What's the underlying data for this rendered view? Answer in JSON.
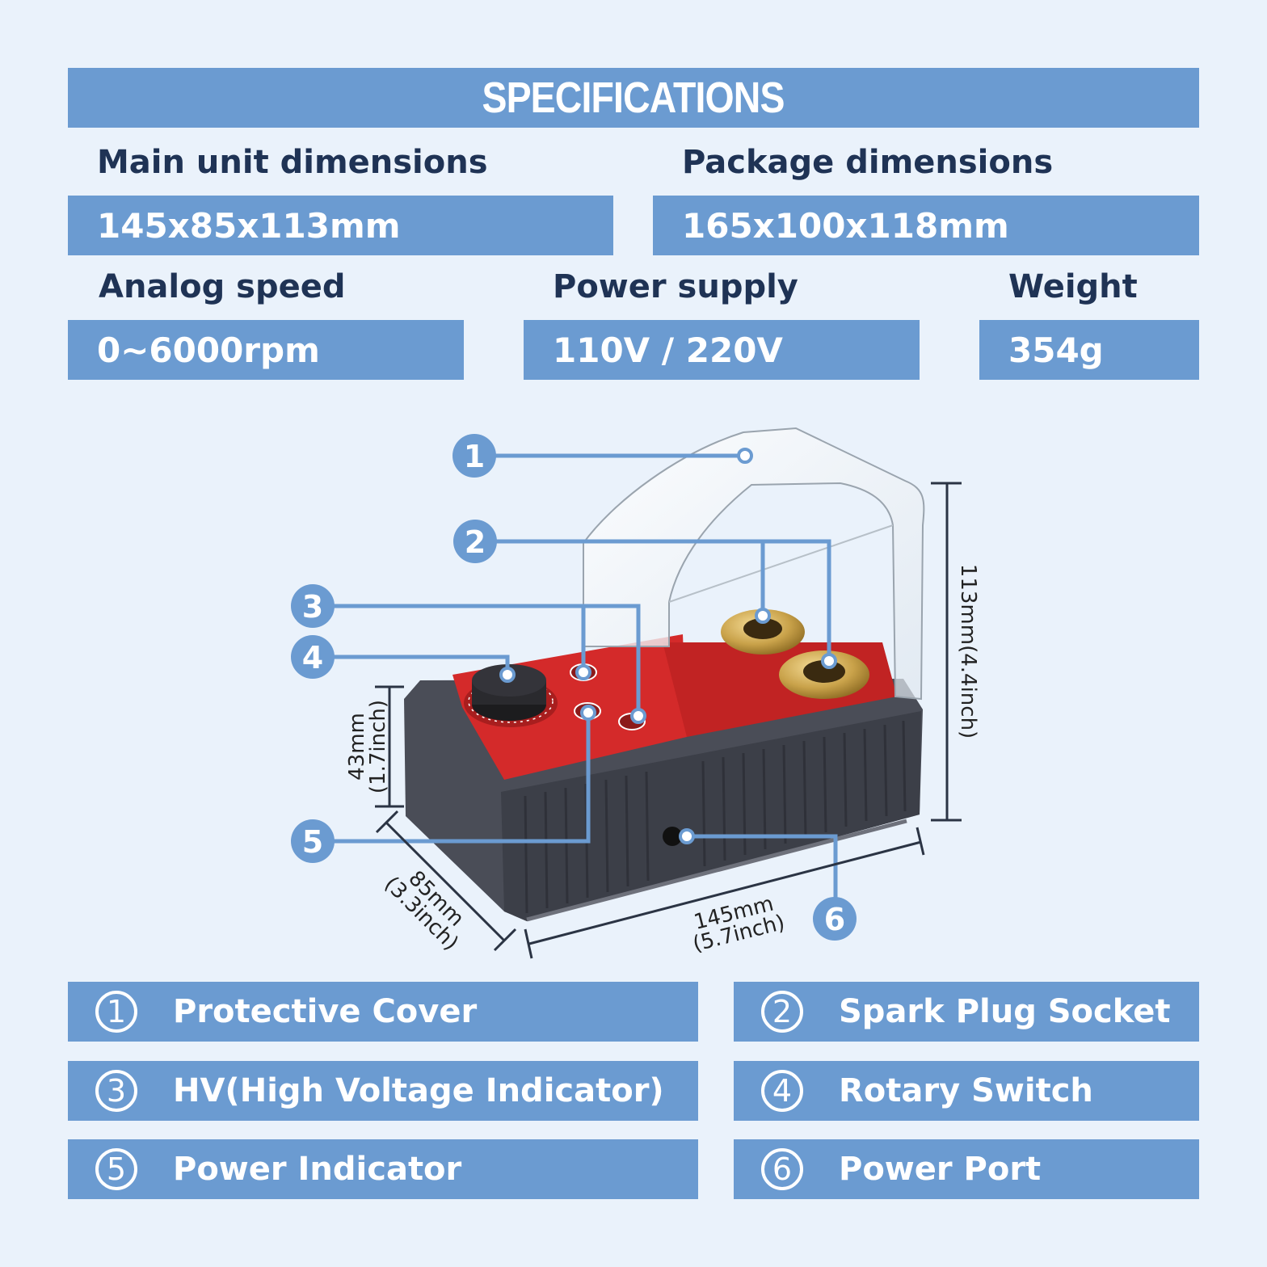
{
  "title": "SPECIFICATIONS",
  "specs": {
    "main_unit": {
      "label": "Main unit dimensions",
      "value": "145x85x113mm"
    },
    "package": {
      "label": "Package dimensions",
      "value": "165x100x118mm"
    },
    "speed": {
      "label": "Analog speed",
      "value": "0~6000rpm"
    },
    "power": {
      "label": "Power supply",
      "value": "110V / 220V"
    },
    "weight": {
      "label": "Weight",
      "value": "354g"
    }
  },
  "callouts": [
    "1",
    "2",
    "3",
    "4",
    "5",
    "6"
  ],
  "dimensions": {
    "height": "113mm(4.4inch)",
    "base_height_mm": "43mm",
    "base_height_in": "(1.7inch)",
    "depth_mm": "85mm",
    "depth_in": "(3.3inch)",
    "width_mm": "145mm",
    "width_in": "(5.7inch)"
  },
  "legend": [
    {
      "num": "1",
      "label": "Protective Cover"
    },
    {
      "num": "2",
      "label": "Spark Plug Socket"
    },
    {
      "num": "3",
      "label": "HV(High Voltage Indicator)"
    },
    {
      "num": "4",
      "label": "Rotary Switch"
    },
    {
      "num": "5",
      "label": "Power Indicator"
    },
    {
      "num": "6",
      "label": "Power Port"
    }
  ],
  "colors": {
    "band": "#6b9bd1",
    "background": "#eaf2fb",
    "panel": "#d42a2a",
    "body": "#4a4d57"
  }
}
